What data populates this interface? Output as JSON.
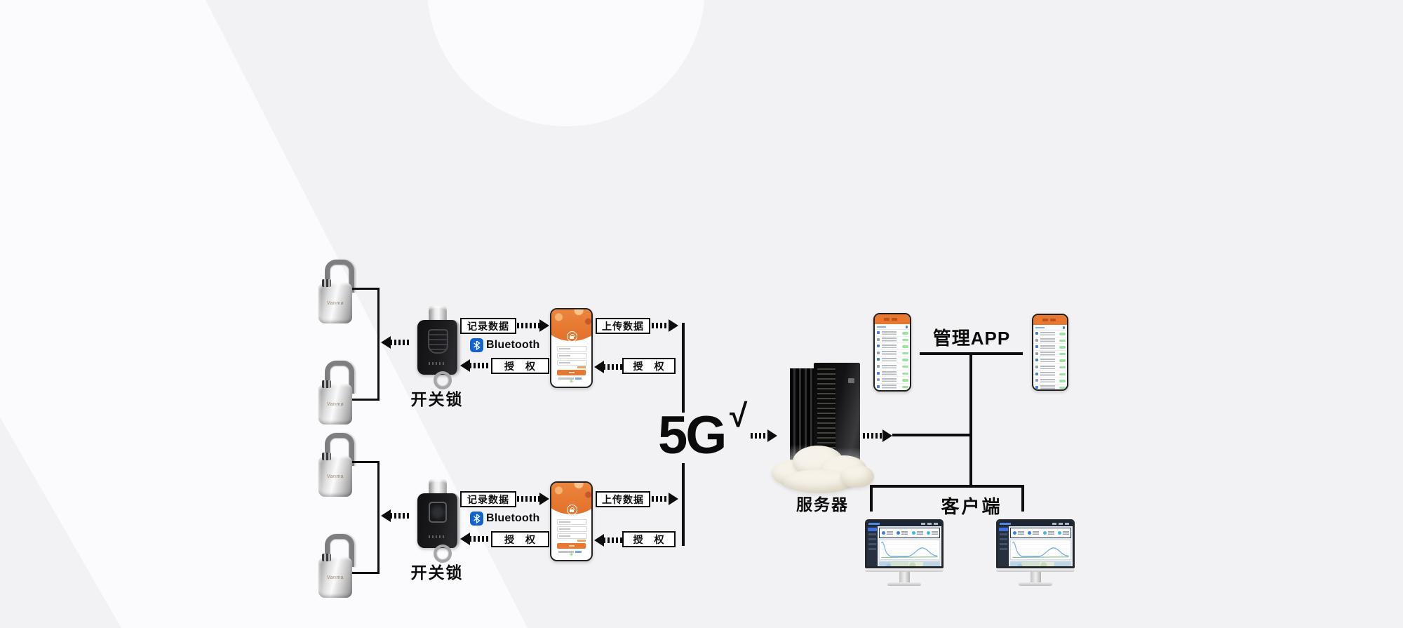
{
  "colors": {
    "accent_orange": "#e8772f",
    "bluetooth_blue": "#1263cf",
    "line_black": "#0d0d0d",
    "badge_green": "#9fe3a1",
    "dashboard_blue": "#3d6fe0"
  },
  "groups": [
    {
      "brand": "Vanma",
      "record": "记录数据",
      "bluetooth": "Bluetooth",
      "authorize": "授　权",
      "upload": "上传数据",
      "caption": "开关锁"
    },
    {
      "brand": "Vanma",
      "record": "记录数据",
      "bluetooth": "Bluetooth",
      "authorize": "授　权",
      "upload": "上传数据",
      "caption": "开关锁"
    }
  ],
  "network": {
    "label": "5G",
    "check": "√"
  },
  "server": {
    "caption": "服务器"
  },
  "management": {
    "caption": "管理APP"
  },
  "client": {
    "caption": "客户端"
  },
  "icons": {
    "flower": "✳"
  }
}
